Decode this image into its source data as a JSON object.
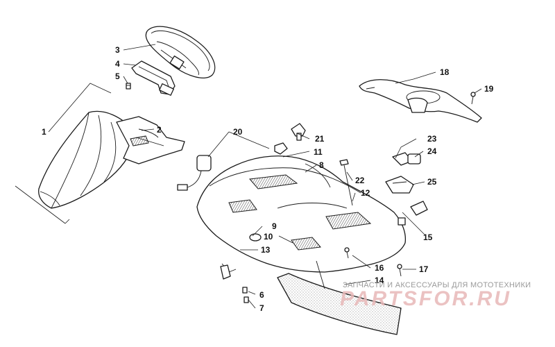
{
  "callouts": [
    "1",
    "2",
    "3",
    "4",
    "5",
    "6",
    "7",
    "8",
    "9",
    "10",
    "11",
    "12",
    "13",
    "14",
    "15",
    "16",
    "17",
    "18",
    "19",
    "20",
    "21",
    "22",
    "23",
    "24",
    "25"
  ],
  "watermark": {
    "caption": "ЗАПЧАСТИ И АКСЕССУАРЫ ДЛЯ МОТОТЕХНИКИ",
    "logo": "PARTSFOR.RU"
  },
  "colors": {
    "line": "#1a1a1a",
    "watermark_logo": "#e8b8b8",
    "watermark_caption": "#9a9a9a"
  }
}
